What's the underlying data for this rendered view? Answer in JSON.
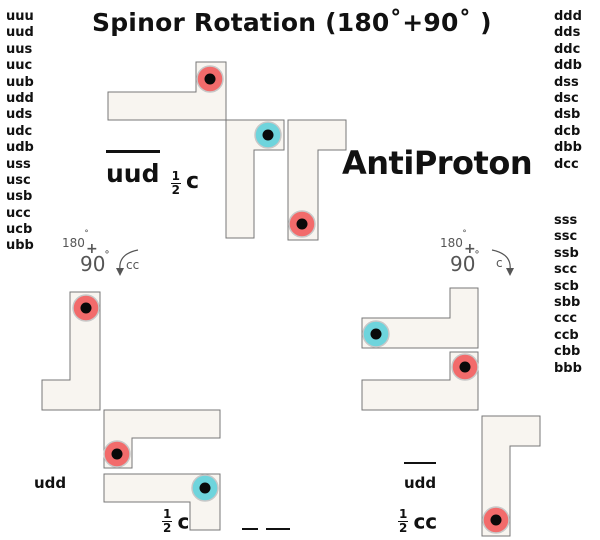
{
  "title": "Spinor Rotation (180˚+90˚ )",
  "label": "AntiProton",
  "combos_left": [
    "uuu",
    "uud",
    "uus",
    "uuc",
    "uub",
    "udd",
    "uds",
    "udc",
    "udb",
    "uss",
    "usc",
    "usb",
    "ucc",
    "ucb",
    "ubb"
  ],
  "combos_right_a": [
    "ddd",
    "dds",
    "ddc",
    "ddb",
    "dss",
    "dsc",
    "dsb",
    "dcb",
    "dbb",
    "dcc"
  ],
  "combos_right_b": [
    "sss",
    "ssc",
    "ssb",
    "scc",
    "scb",
    "sbb",
    "ccc",
    "ccb",
    "cbb",
    "bbb"
  ],
  "top_quark": {
    "text": "uud",
    "frac_num": "1",
    "frac_den": "2",
    "suffix": "c"
  },
  "rot_left": {
    "num": "180",
    "plus": "+",
    "deg": "90",
    "mark": "˚",
    "dir": "cc"
  },
  "rot_right": {
    "num": "180",
    "plus": "+",
    "deg": "90",
    "mark": "˚",
    "dir": "c"
  },
  "bottom_left": {
    "text": "udd",
    "frac_num": "1",
    "frac_den": "2",
    "suffix": "c"
  },
  "bottom_right": {
    "text": "udd",
    "frac_num": "1",
    "frac_den": "2",
    "suffix": "cc"
  },
  "colors": {
    "red_ball": "#f26b6b",
    "cyan_ball": "#6ed4dc",
    "piece_fill": "#f8f5f0",
    "piece_stroke": "#777777"
  }
}
